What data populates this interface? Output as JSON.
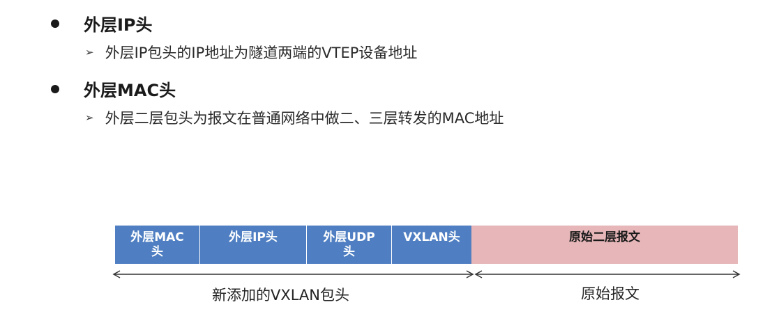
{
  "bullets": [
    {
      "title": "外层IP头",
      "sub": "外层IP包头的IP地址为隧道两端的VTEP设备地址"
    },
    {
      "title": "外层MAC头",
      "sub": "外层二层包头为报文在普通网络中做二、三层转发的MAC地址"
    }
  ],
  "diagram": {
    "fields": [
      {
        "label": "外层MAC\n头",
        "color": "#4f7fc2"
      },
      {
        "label": "外层IP头",
        "color": "#4f7fc2"
      },
      {
        "label": "外层UDP\n头",
        "color": "#4f7fc2"
      },
      {
        "label": "VXLAN头",
        "color": "#4f7fc2"
      },
      {
        "label": "原始二层报文",
        "color": "#e6b6b8"
      }
    ],
    "captions": {
      "left": "新添加的VXLAN包头",
      "right": "原始报文"
    }
  }
}
